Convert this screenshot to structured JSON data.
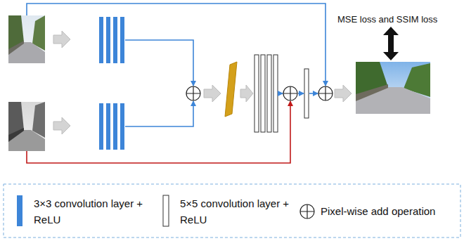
{
  "diagram": {
    "labels": [
      "MSE loss and SSIM loss"
    ],
    "legend": [
      {
        "text": "3×3 convolution layer + ReLU"
      },
      {
        "text": "5×5 convolution layer + ReLU"
      },
      {
        "text": "Pixel-wise add operation"
      }
    ]
  }
}
